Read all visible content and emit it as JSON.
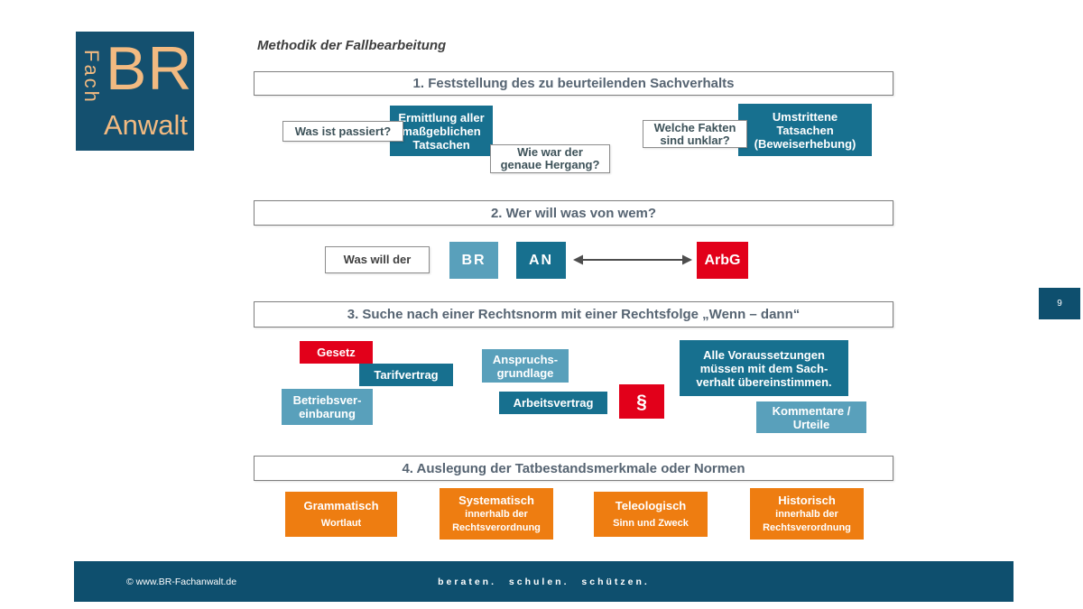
{
  "colors": {
    "dark_blue": "#14506f",
    "teal": "#17708f",
    "light_blue": "#59a0bb",
    "red": "#e2001a",
    "orange": "#ee7d11",
    "logo_text": "#f2ba81"
  },
  "logo": {
    "vertical": "Fach",
    "main": "BR",
    "sub": "Anwalt"
  },
  "page_title": "Methodik der Fallbearbeitung",
  "sections": {
    "s1": "1. Feststellung des zu beurteilenden Sachverhalts",
    "s2": "2. Wer will was von wem?",
    "s3": "3. Suche nach einer Rechtsnorm mit einer Rechtsfolge „Wenn – dann“",
    "s4": "4. Auslegung der Tatbestandsmerkmale oder Normen"
  },
  "step1": {
    "question_passiert": "Was ist passiert?",
    "ermittlung": {
      "l1": "Ermittlung aller",
      "l2": "maßgeblichen",
      "l3": "Tatsachen"
    },
    "question_hergang": {
      "l1": "Wie war der",
      "l2": "genaue Hergang?"
    },
    "question_fakten": {
      "l1": "Welche Fakten",
      "l2": "sind unklar?"
    },
    "umstritten": {
      "l1": "Umstrittene",
      "l2": "Tatsachen",
      "l3": "(Beweiserhebung)"
    }
  },
  "step2": {
    "question": "Was will der",
    "br": "BR",
    "an": "AN",
    "arbg": "ArbG"
  },
  "step3": {
    "gesetz": "Gesetz",
    "tarifvertrag": "Tarifvertrag",
    "betriebsvereinbarung": {
      "l1": "Betriebsver-",
      "l2": "einbarung"
    },
    "anspruchsgrundlage": {
      "l1": "Anspruchs-",
      "l2": "grundlage"
    },
    "arbeitsvertrag": "Arbeitsvertrag",
    "paragraph": "§",
    "voraussetzungen": {
      "l1": "Alle Voraussetzungen",
      "l2": "müssen mit dem Sach-",
      "l3": "verhalt übereinstimmen."
    },
    "kommentare": {
      "l1": "Kommentare /",
      "l2": "Urteile"
    }
  },
  "step4": {
    "grammatisch": {
      "title": "Grammatisch",
      "sub1": "Wortlaut"
    },
    "systematisch": {
      "title": "Systematisch",
      "sub1": "innerhalb der",
      "sub2": "Rechtsverordnung"
    },
    "teleologisch": {
      "title": "Teleologisch",
      "sub1": "Sinn und Zweck"
    },
    "historisch": {
      "title": "Historisch",
      "sub1": "innerhalb der",
      "sub2": "Rechtsverordnung"
    }
  },
  "footer": {
    "copyright": "© www.BR-Fachanwalt.de",
    "motto": "beraten.  schulen.  schützen."
  },
  "page_number": "9"
}
